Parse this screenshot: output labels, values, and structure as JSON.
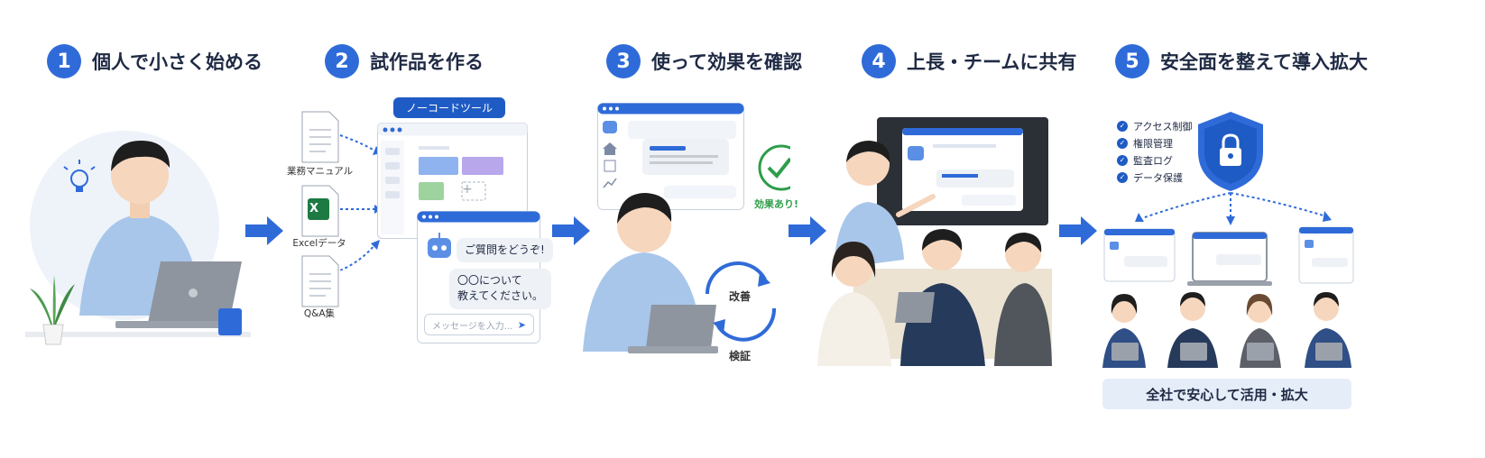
{
  "colors": {
    "accent": "#2f6bd8",
    "dark_blue": "#1f5bc4",
    "green": "#2e9d4a",
    "text": "#1f2a44"
  },
  "steps": [
    {
      "num": "1",
      "label": "個人で小さく始める"
    },
    {
      "num": "2",
      "label": "試作品を作る"
    },
    {
      "num": "3",
      "label": "使って効果を確認"
    },
    {
      "num": "4",
      "label": "上長・チームに共有"
    },
    {
      "num": "5",
      "label": "安全面を整えて導入拡大"
    }
  ],
  "step2": {
    "docs": [
      "業務マニュアル",
      "Excelデータ",
      "Q&A集"
    ],
    "excel_letter": "X",
    "tool_chip": "ノーコードツール",
    "chat_bot_message": "ご質問をどうぞ!",
    "chat_user_message_line1": "〇〇について",
    "chat_user_message_line2": "教えてください。",
    "input_placeholder": "メッセージを入力...",
    "plus": "+"
  },
  "step3": {
    "effect_label": "効果あり!",
    "cycle_top": "改善",
    "cycle_bottom": "検証"
  },
  "step5": {
    "checklist": [
      "アクセス制御",
      "権限管理",
      "監査ログ",
      "データ保護"
    ],
    "banner": "全社で安心して活用・拡大"
  }
}
